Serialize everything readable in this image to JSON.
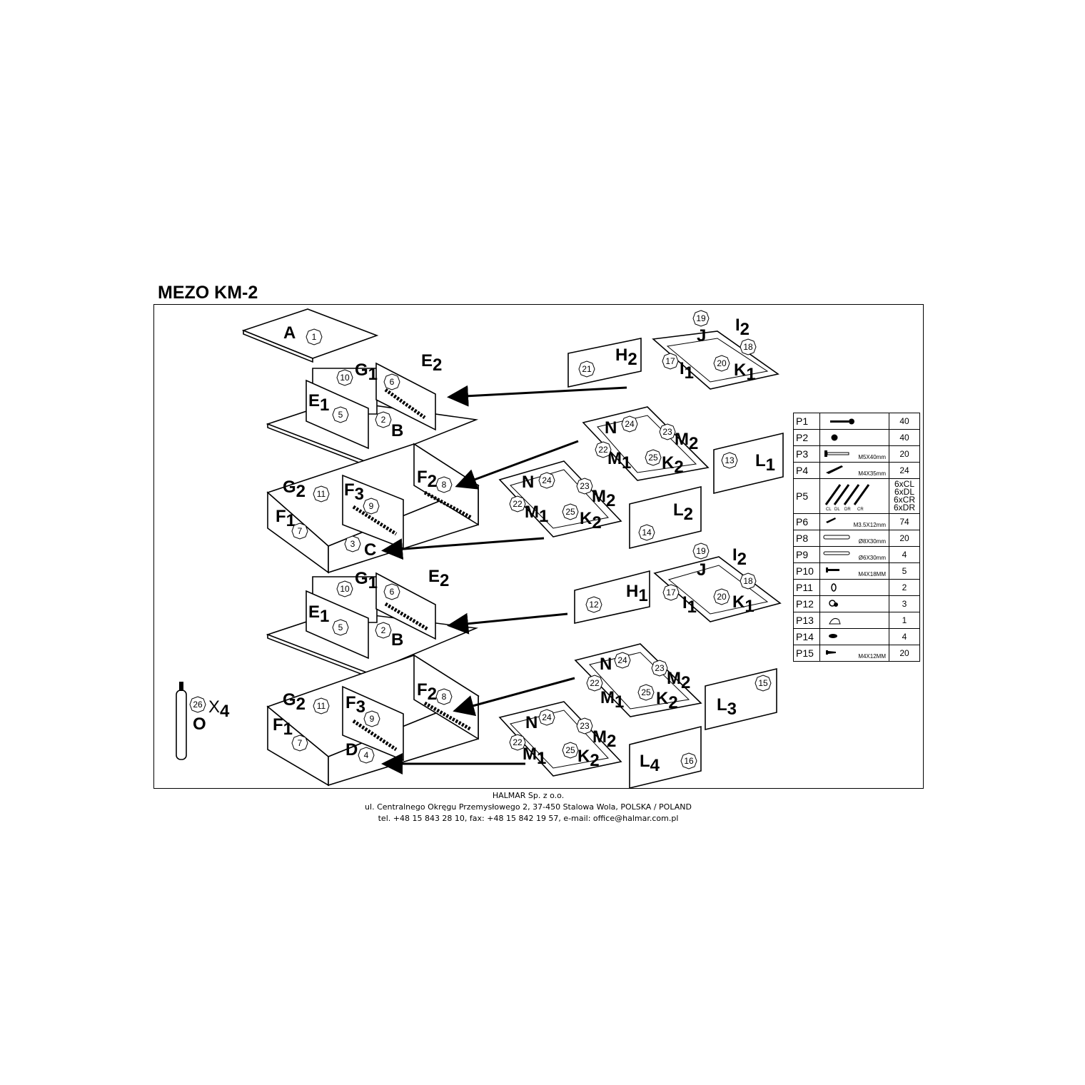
{
  "title": "MEZO KM-2",
  "labels": {
    "A": "A",
    "B": "B",
    "C": "C",
    "D": "D",
    "J": "J",
    "N": "N",
    "O": "O",
    "E1": "E1",
    "E2": "E2",
    "F1": "F1",
    "F2": "F2",
    "F3": "F3",
    "G1": "G1",
    "G2": "G2",
    "H1": "H1",
    "H2": "H2",
    "I1": "I1",
    "I2": "I2",
    "K1": "K1",
    "K2": "K2",
    "L1": "L1",
    "L2": "L2",
    "L3": "L3",
    "L4": "L4",
    "M1": "M1",
    "M2": "M2",
    "legs_count": "X4"
  },
  "part_numbers": [
    "1",
    "2",
    "3",
    "4",
    "5",
    "6",
    "7",
    "8",
    "9",
    "10",
    "11",
    "12",
    "13",
    "14",
    "15",
    "16",
    "17",
    "18",
    "19",
    "20",
    "21",
    "22",
    "23",
    "24",
    "25",
    "26"
  ],
  "hardware_table": {
    "rows": [
      {
        "code": "P1",
        "glyph": "dowel-cam-bolt",
        "dim": "",
        "qty": "40"
      },
      {
        "code": "P2",
        "glyph": "cam-lock",
        "dim": "",
        "qty": "40"
      },
      {
        "code": "P3",
        "glyph": "wood-screw",
        "dim": "M5X40mm",
        "qty": "20"
      },
      {
        "code": "P4",
        "glyph": "screw",
        "dim": "M4X35mm",
        "qty": "24"
      },
      {
        "code": "P5",
        "glyph": "drawer-runners",
        "dim": "",
        "qty_lines": [
          "6xCL",
          "6xDL",
          "6xCR",
          "6xDR"
        ],
        "runner_labels": [
          "CL",
          "DL",
          "DR",
          "CR"
        ]
      },
      {
        "code": "P6",
        "glyph": "small-screw",
        "dim": "M3.5X12mm",
        "qty": "74"
      },
      {
        "code": "P8",
        "glyph": "wooden-dowel",
        "dim": "Ø8X30mm",
        "qty": "20"
      },
      {
        "code": "P9",
        "glyph": "wooden-dowel",
        "dim": "Ø6X30mm",
        "qty": "4"
      },
      {
        "code": "P10",
        "glyph": "bolt",
        "dim": "M4X18MM",
        "qty": "5"
      },
      {
        "code": "P11",
        "glyph": "nut",
        "dim": "",
        "qty": "2"
      },
      {
        "code": "P12",
        "glyph": "washer",
        "dim": "",
        "qty": "3"
      },
      {
        "code": "P13",
        "glyph": "handle",
        "dim": "",
        "qty": "1"
      },
      {
        "code": "P14",
        "glyph": "plug",
        "dim": "",
        "qty": "4"
      },
      {
        "code": "P15",
        "glyph": "screw",
        "dim": "M4X12MM",
        "qty": "20"
      }
    ]
  },
  "footer": {
    "company": "HALMAR Sp. z o.o.",
    "address": "ul. Centralnego Okręgu Przemysłowego 2, 37-450 Stalowa Wola, POLSKA / POLAND",
    "contact": "tel. +48 15 843 28 10, fax: +48 15 842 19 57, e-mail: office@halmar.com.pl"
  }
}
